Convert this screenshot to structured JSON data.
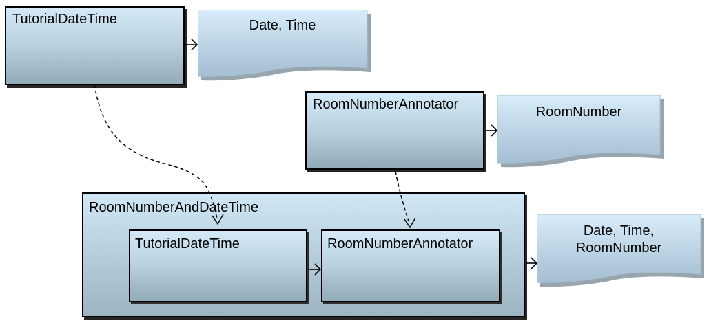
{
  "diagram": {
    "engines": {
      "tutorial_top": {
        "label": "TutorialDateTime"
      },
      "room_top": {
        "label": "RoomNumberAnnotator"
      },
      "aggregate": {
        "label": "RoomNumberAndDateTime"
      },
      "tutorial_inner": {
        "label": "TutorialDateTime"
      },
      "room_inner": {
        "label": "RoomNumberAnnotator"
      }
    },
    "outputs": {
      "date_time": {
        "label": "Date, Time"
      },
      "room_number": {
        "label": "RoomNumber"
      },
      "date_time_room_number": {
        "label": "Date, Time,\nRoomNumber"
      }
    },
    "colors": {
      "box_gradient_top": "#d4eaf9",
      "box_gradient_bottom": "#92abb9",
      "doc_gradient_top": "#d9edfb",
      "doc_gradient_bottom": "#a4bed2",
      "border": "#000000",
      "box_shadow": "#262626",
      "doc_shadow": "#96a5ae",
      "background": "#ffffff"
    }
  }
}
